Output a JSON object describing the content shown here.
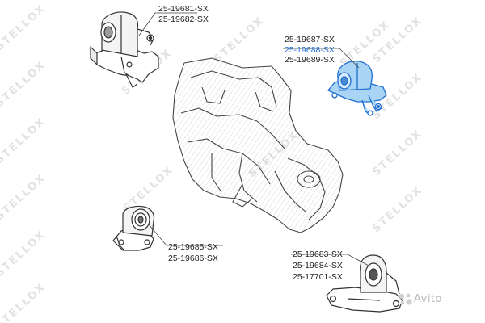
{
  "watermark": "STELLOX",
  "groups": [
    {
      "parts": [
        "25-19681-SX",
        "25-19682-SX"
      ]
    },
    {
      "parts": [
        "25-19687-SX",
        "25-19688-SX",
        "25-19689-SX"
      ],
      "highlighted": "25-19688-SX"
    },
    {
      "parts": [
        "25-19685-SX",
        "25-19686-SX"
      ]
    },
    {
      "parts": [
        "25-19683-SX",
        "25-19684-SX",
        "25-17701-SX"
      ]
    }
  ],
  "colors": {
    "highlight": "#1f6fd0",
    "highlight_fill": "#a9d4f3",
    "ink": "#333333"
  },
  "logo": {
    "text": "Avito",
    "icon": "avito-dots-icon"
  }
}
